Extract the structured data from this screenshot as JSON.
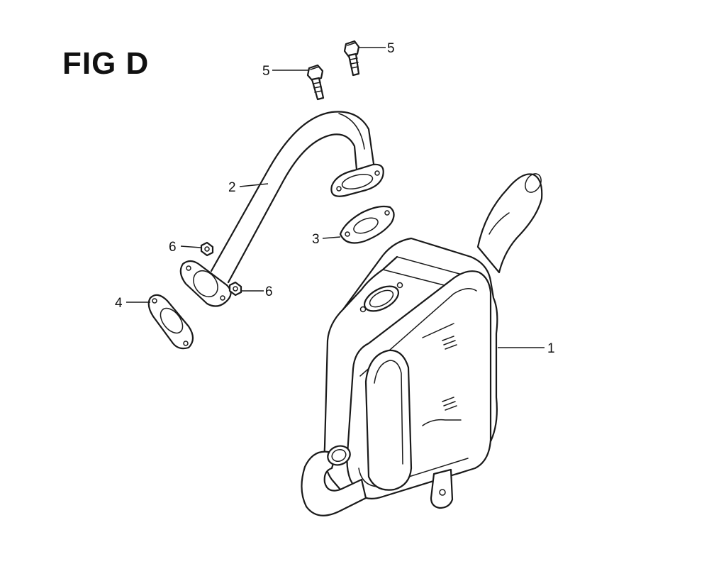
{
  "figure": {
    "title": "FIG D"
  },
  "callouts": [
    {
      "id": "muffler",
      "label": "1"
    },
    {
      "id": "exhaust-pipe",
      "label": "2"
    },
    {
      "id": "gasket-upper",
      "label": "3"
    },
    {
      "id": "gasket-lower",
      "label": "4"
    },
    {
      "id": "bolt-left",
      "label": "5"
    },
    {
      "id": "bolt-right",
      "label": "5"
    },
    {
      "id": "nut-upper",
      "label": "6"
    },
    {
      "id": "nut-lower",
      "label": "6"
    }
  ]
}
